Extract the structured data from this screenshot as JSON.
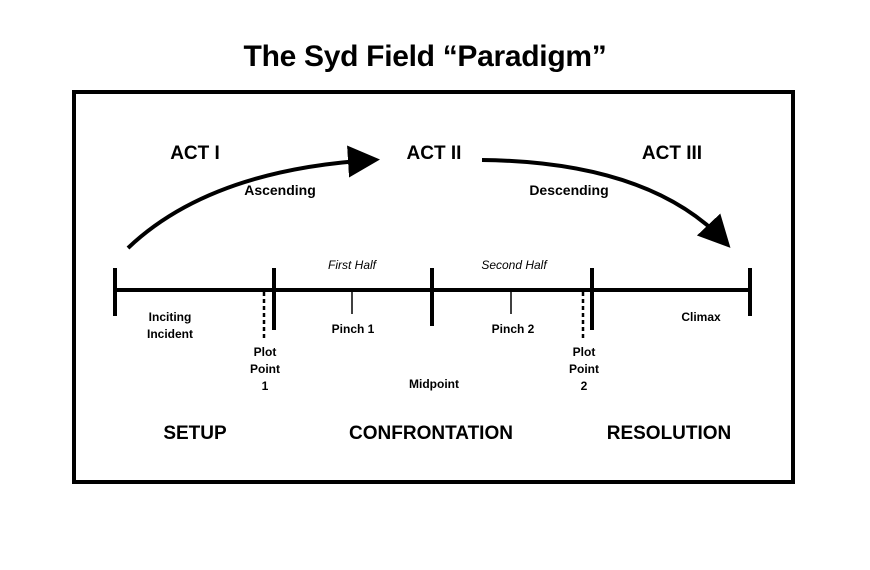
{
  "title": "The Syd Field “Paradigm”",
  "acts": {
    "act1": "ACT I",
    "act2": "ACT II",
    "act3": "ACT III"
  },
  "arcs": {
    "ascending": "Ascending",
    "descending": "Descending"
  },
  "halves": {
    "first": "First Half",
    "second": "Second Half"
  },
  "points": {
    "inciting_line1": "Inciting",
    "inciting_line2": "Incident",
    "pp1_line1": "Plot",
    "pp1_line2": "Point",
    "pp1_line3": "1",
    "pinch1": "Pinch 1",
    "midpoint": "Midpoint",
    "pinch2": "Pinch 2",
    "pp2_line1": "Plot",
    "pp2_line2": "Point",
    "pp2_line3": "2",
    "climax": "Climax"
  },
  "sections": {
    "setup": "SETUP",
    "confrontation": "CONFRONTATION",
    "resolution": "RESOLUTION"
  }
}
